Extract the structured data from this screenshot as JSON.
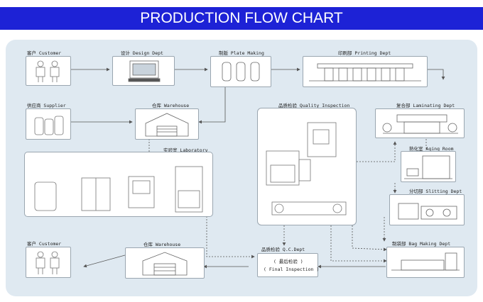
{
  "title": "PRODUCTION FLOW CHART",
  "nodes": {
    "customer_top": "客户 Customer",
    "design": "设计 Design Dept",
    "plate": "制版 Plate Making",
    "printing": "印刷部 Printing Dept",
    "supplier": "供应商 Supplier",
    "warehouse_top": "仓库 Warehouse",
    "laboratory": "实验室 Laboratory",
    "quality": "品质检验 Quality Inspection",
    "laminating": "复合部 Laminating Dept",
    "aging": "熟化室 Aging Room",
    "slitting": "分切部 Slitting Dept",
    "bag_making": "制袋部 Bag Making Dept",
    "qc": "品质检验 Q.C.Dept",
    "final_cn": "( 最后检验 )",
    "final_en": "( Final Inspection )",
    "warehouse_bottom": "仓库 Warehouse",
    "customer_bottom": "客户 Customer"
  },
  "colors": {
    "banner": "#1d22d6",
    "panel": "#dfe9f1",
    "box_border": "#9aa6b0",
    "line": "#555555"
  }
}
